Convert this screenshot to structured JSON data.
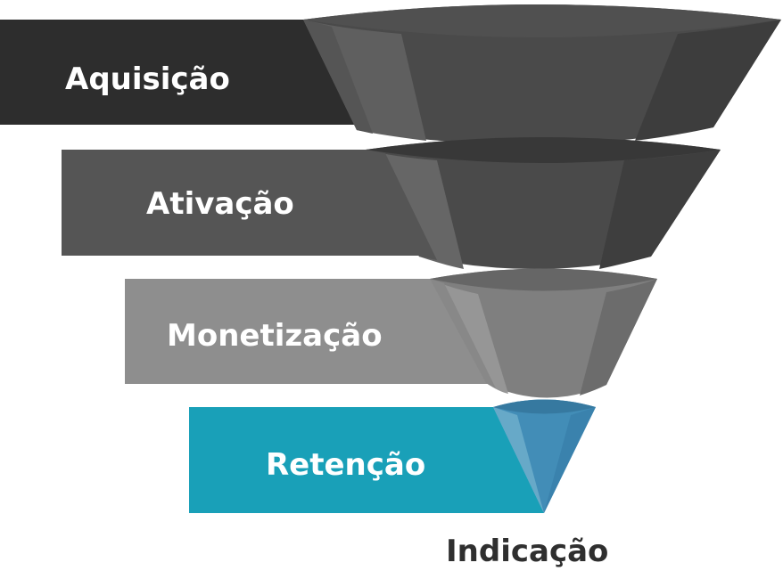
{
  "stages": [
    {
      "label": "Aquisição",
      "color": "#2d2d2d"
    },
    {
      "label": "Ativação",
      "color": "#555555"
    },
    {
      "label": "Monetização",
      "color": "#8e8e8e"
    },
    {
      "label": "Retenção",
      "color": "#19a0b8"
    }
  ],
  "final_stage": {
    "label": "Indicação"
  }
}
